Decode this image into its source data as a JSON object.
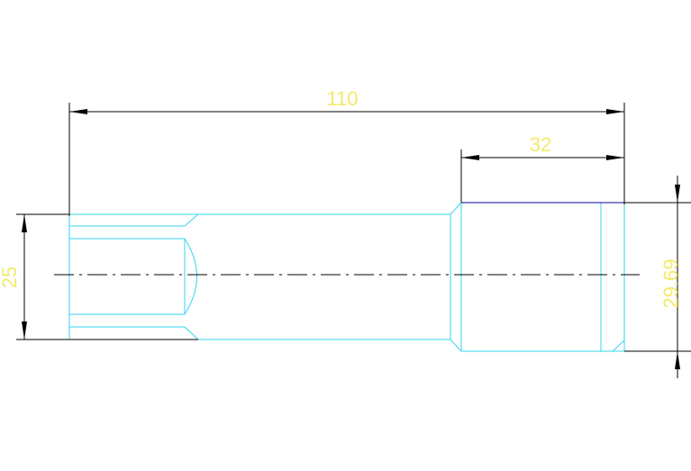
{
  "drawing": {
    "dimensions": {
      "overall_length": "110",
      "head_length": "32",
      "shank_diameter": "25",
      "head_diameter": "29.69"
    },
    "colors": {
      "background": "#ffffff",
      "part_outline": "#35d4ef",
      "dimension_lines": "#000000",
      "dimension_text": "#f2ea6a",
      "top_edge": "#3a3aa8"
    }
  }
}
